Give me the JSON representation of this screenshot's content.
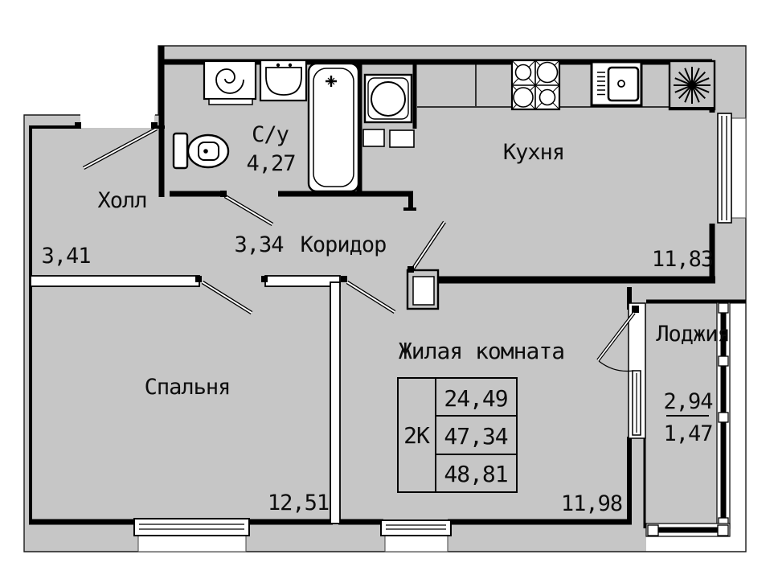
{
  "rooms": {
    "hall": {
      "name": "Холл",
      "area": "3,41"
    },
    "bathroom": {
      "name": "С/у",
      "area": "4,27"
    },
    "corridor": {
      "name": "Коридор",
      "area": "3,34"
    },
    "kitchen": {
      "name": "Кухня",
      "area": "11,83"
    },
    "bedroom": {
      "name": "Спальня",
      "area": "12,51"
    },
    "living_room": {
      "name": "Жилая комната",
      "area": "11,98"
    },
    "loggia": {
      "name": "Лоджия",
      "area_full": "2,94",
      "area_reduced": "1,47"
    }
  },
  "info_table": {
    "type": "2К",
    "rows": [
      "24,49",
      "47,34",
      "48,81"
    ]
  },
  "colors": {
    "floor": "#c6c6c6",
    "wall": "#000000",
    "background": "#ffffff",
    "text": "#0d0d0d"
  }
}
